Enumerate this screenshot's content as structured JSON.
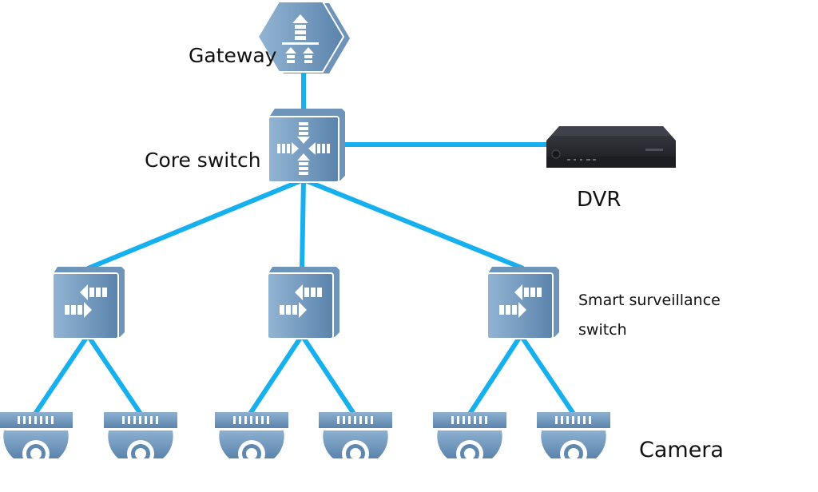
{
  "diagram": {
    "type": "network-topology",
    "colors": {
      "link": "#16b0ee",
      "device_light": "#8fb2d2",
      "device_dark": "#5580a8",
      "device_shadow": "#6a8fb5",
      "dvr_body": "#2b2d33"
    },
    "nodes": {
      "gateway": {
        "label": "Gateway",
        "icon": "gateway-icon"
      },
      "core_switch": {
        "label": "Core switch",
        "icon": "core-switch-icon"
      },
      "dvr": {
        "label": "DVR",
        "icon": "dvr-device"
      },
      "access_switches": [
        {
          "id": "switch-1",
          "icon": "access-switch-icon"
        },
        {
          "id": "switch-2",
          "icon": "access-switch-icon"
        },
        {
          "id": "switch-3",
          "icon": "access-switch-icon",
          "label_line1": "Smart surveillance",
          "label_line2": "switch"
        }
      ],
      "cameras": [
        {
          "id": "camera-1",
          "parent": "switch-1"
        },
        {
          "id": "camera-2",
          "parent": "switch-1"
        },
        {
          "id": "camera-3",
          "parent": "switch-2"
        },
        {
          "id": "camera-4",
          "parent": "switch-2"
        },
        {
          "id": "camera-5",
          "parent": "switch-3"
        },
        {
          "id": "camera-6",
          "parent": "switch-3"
        }
      ],
      "camera_group_label": "Camera"
    },
    "links": [
      [
        "gateway",
        "core_switch"
      ],
      [
        "core_switch",
        "dvr"
      ],
      [
        "core_switch",
        "switch-1"
      ],
      [
        "core_switch",
        "switch-2"
      ],
      [
        "core_switch",
        "switch-3"
      ],
      [
        "switch-1",
        "camera-1"
      ],
      [
        "switch-1",
        "camera-2"
      ],
      [
        "switch-2",
        "camera-3"
      ],
      [
        "switch-2",
        "camera-4"
      ],
      [
        "switch-3",
        "camera-5"
      ],
      [
        "switch-3",
        "camera-6"
      ]
    ]
  }
}
